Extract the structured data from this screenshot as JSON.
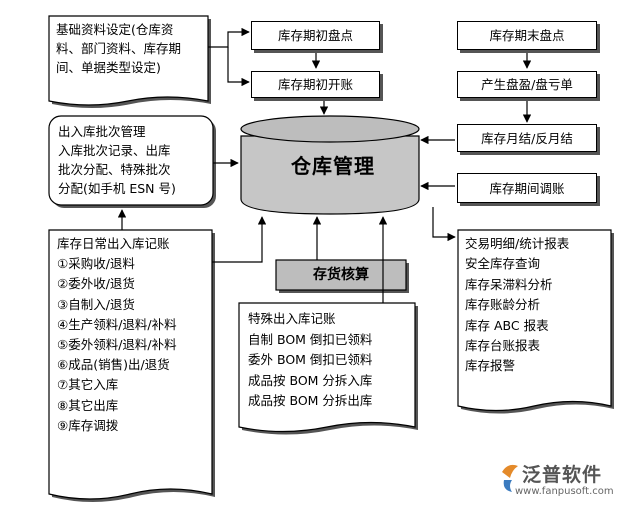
{
  "nodes": {
    "basic_setup": [
      "基础资料设定(仓库资",
      "料、部门资料、库存期",
      "间、单据类型设定)"
    ],
    "period_start_count": "库存期初盘点",
    "period_start_open": "库存期初开账",
    "period_end_count": "库存期末盘点",
    "gain_loss": "产生盘盈/盘亏单",
    "month_end": "库存月结/反月结",
    "period_adjust": "库存期间调账",
    "batch_mgmt": [
      "出入库批次管理",
      "入库批次记录、出库",
      "批次分配、特殊批次",
      "分配(如手机 ESN 号)"
    ],
    "warehouse": "仓库管理",
    "inventory_costing": "存货核算",
    "daily_log": [
      "库存日常出入库记账",
      "①采购收/退料",
      "②委外收/退货",
      "③自制入/退货",
      "④生产领料/退料/补料",
      "⑤委外领料/退料/补料",
      "⑥成品(销售)出/退货",
      "⑦其它入库",
      "⑧其它出库",
      "⑨库存调拨"
    ],
    "special_log": [
      "特殊出入库记账",
      "自制 BOM 倒扣已领料",
      "委外 BOM 倒扣已领料",
      "成品按 BOM 分拆入库",
      "成品按 BOM 分拆出库"
    ],
    "reports": [
      "交易明细/统计报表",
      "安全库存查询",
      "库存呆滞料分析",
      "库存账龄分析",
      "库存 ABC 报表",
      "库存台账报表",
      "库存报警"
    ]
  },
  "logo": {
    "name": "泛普软件",
    "url": "www.fanpusoft.com"
  }
}
